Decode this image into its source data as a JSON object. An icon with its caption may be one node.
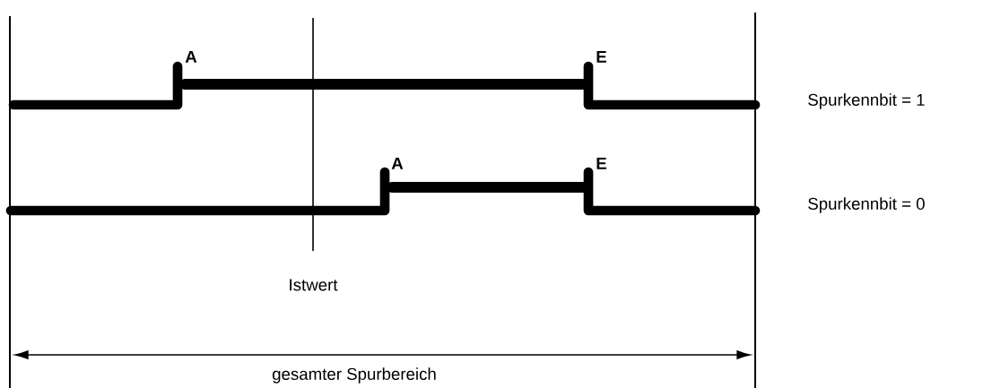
{
  "diagram": {
    "labels": [
      "A",
      "E",
      "Spurkennbit = 1",
      "A",
      "E",
      "Spurkennbit = 0",
      "Istwert",
      "gesamter Spurbereich"
    ]
  }
}
